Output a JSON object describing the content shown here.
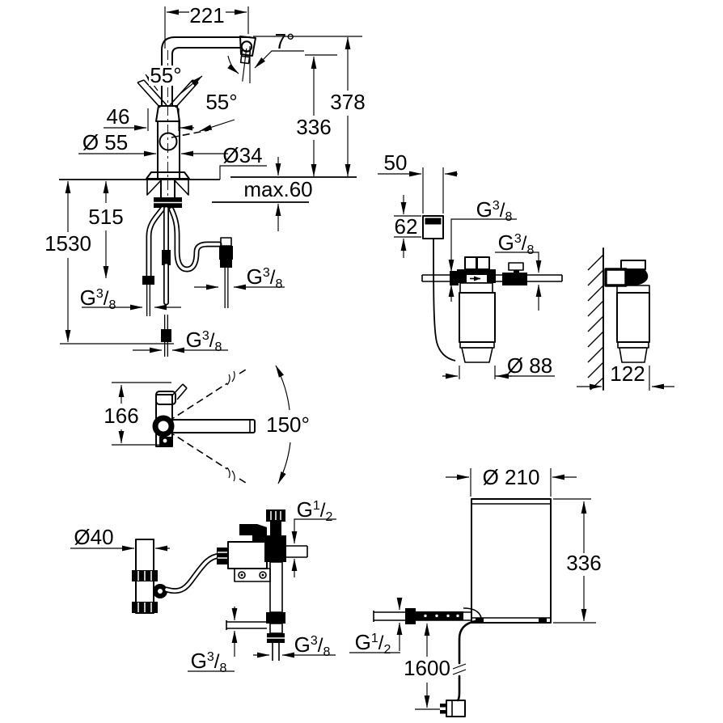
{
  "page": {
    "background": "#ffffff",
    "ink": "#000000"
  },
  "threads": {
    "g38": {
      "g": "G",
      "n": "3",
      "slash": "/",
      "d": "8"
    },
    "g12": {
      "g": "G",
      "n": "1",
      "slash": "/",
      "d": "2"
    }
  },
  "faucet_front": {
    "spout_reach": "221",
    "spout_end_angle": "7°",
    "lever_swing_angle": "55°",
    "lever_tilt_angle": "55°",
    "cartridge_width": "46",
    "body_diameter": "Ø 55",
    "shank_diameter": "Ø34",
    "height_spout_top": "378",
    "height_spout_outlet": "336",
    "counter_thickness_max": "max.60",
    "hose_drop_connection": "515",
    "hose_drop_overall": "1530"
  },
  "faucet_top": {
    "depth": "166",
    "swivel_range": "150°"
  },
  "filter": {
    "control_box_width": "50",
    "control_box_height": "62",
    "cartridge_diameter": "Ø 88",
    "wall_clearance": "122"
  },
  "valve_assembly": {
    "drain_pipe_diameter": "Ø40"
  },
  "boiler": {
    "diameter": "Ø 210",
    "height": "336",
    "power_cord_length": "1600"
  }
}
